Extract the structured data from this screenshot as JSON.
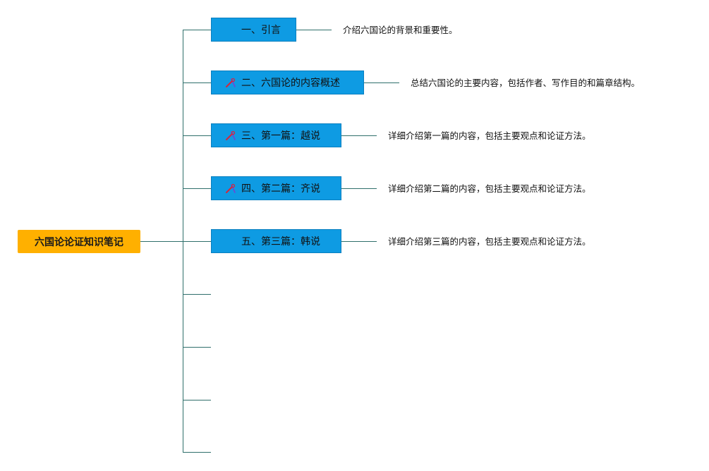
{
  "root": {
    "label": "六国论论证知识笔记"
  },
  "topics": [
    {
      "label": "一、引言",
      "icon": "none",
      "description": "介绍六国论的背景和重要性。"
    },
    {
      "label": "二、六国论的内容概述",
      "icon": "tools-icon",
      "description": "总结六国论的主要内容，包括作者、写作目的和篇章结构。"
    },
    {
      "label": "三、第一篇：越说",
      "icon": "tools-icon",
      "description": "详细介绍第一篇的内容，包括主要观点和论证方法。"
    },
    {
      "label": "四、第二篇：齐说",
      "icon": "tools-icon",
      "description": "详细介绍第二篇的内容，包括主要观点和论证方法。"
    },
    {
      "label": "五、第三篇：韩说",
      "icon": "none",
      "description": "详细介绍第三篇的内容，包括主要观点和论证方法。"
    }
  ],
  "colors": {
    "root_fill": "#ffb000",
    "topic_fill": "#0e9be3",
    "line": "#2f6f6b",
    "icon_accent": "#d6263b"
  }
}
